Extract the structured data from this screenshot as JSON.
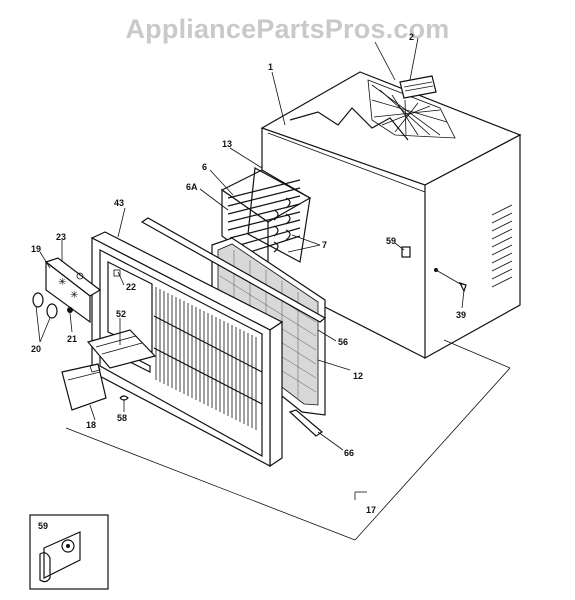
{
  "watermark": "AppliancePartsPros.com",
  "callouts": {
    "c1": "1",
    "c2": "2",
    "c6": "6",
    "c6a": "6A",
    "c7": "7",
    "c12": "12",
    "c13": "13",
    "c17": "17",
    "c18": "18",
    "c19": "19",
    "c20": "20",
    "c21": "21",
    "c22": "22",
    "c23": "23",
    "c39": "39",
    "c43": "43",
    "c52": "52",
    "c56": "56",
    "c58": "58",
    "c59": "59",
    "c66": "66",
    "inset59": "59"
  }
}
